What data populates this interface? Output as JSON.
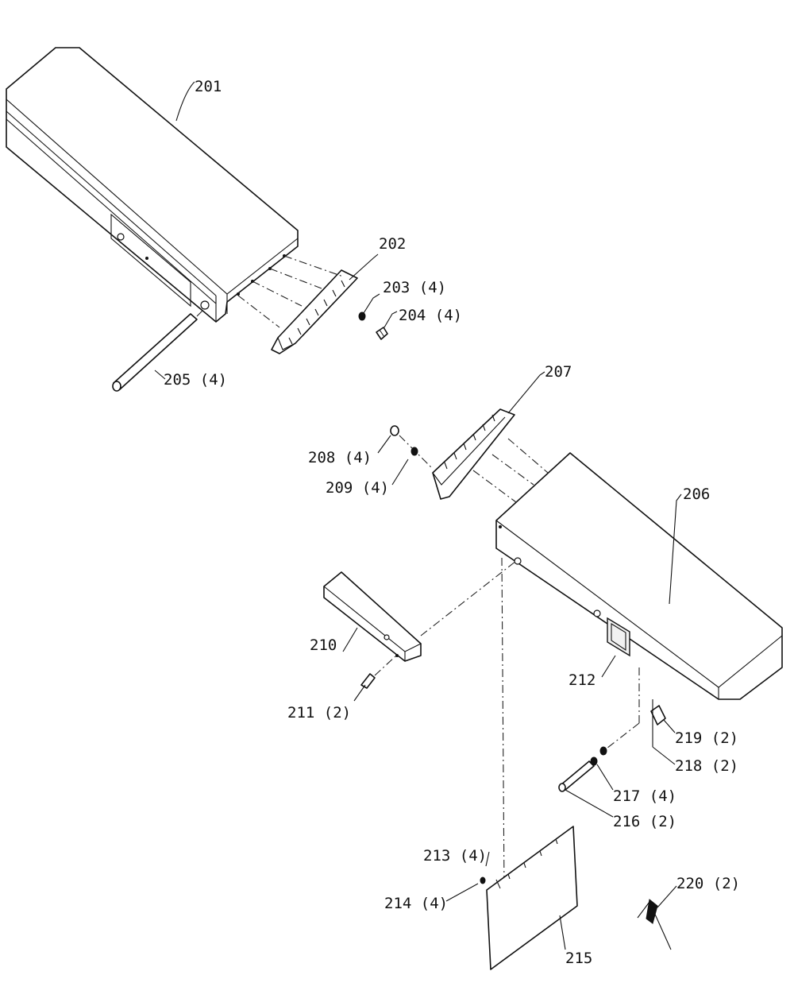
{
  "labels": {
    "p201": "201",
    "p202": "202",
    "p203": "203 (4)",
    "p204": "204 (4)",
    "p205": "205 (4)",
    "p206": "206",
    "p207": "207",
    "p208": "208 (4)",
    "p209": "209 (4)",
    "p210": "210",
    "p211": "211 (2)",
    "p212": "212",
    "p213": "213 (4)",
    "p214": "214 (4)",
    "p215": "215",
    "p216": "216 (2)",
    "p217": "217 (4)",
    "p218": "218 (2)",
    "p219": "219 (2)",
    "p220": "220 (2)"
  }
}
